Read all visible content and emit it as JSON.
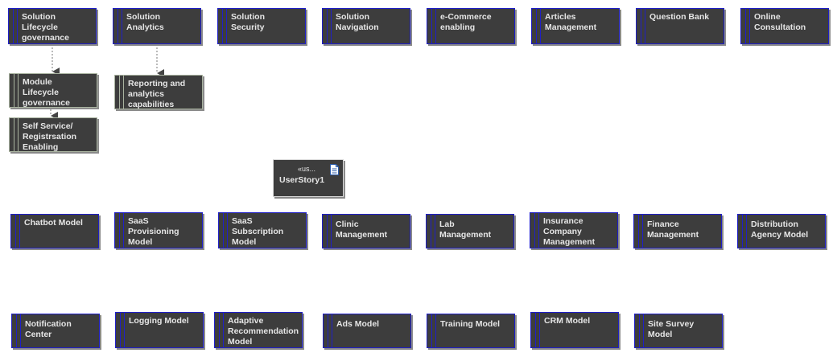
{
  "nodes": {
    "solution_lifecycle_governance": "Solution\nLifecycle\ngovernance",
    "solution_analytics": "Solution\nAnalytics",
    "solution_security": "Solution\nSecurity",
    "solution_navigation": "Solution\nNavigation",
    "ecommerce_enabling": "e-Commerce\nenabling",
    "articles_management": "Articles\nManagement",
    "question_bank": "Question Bank",
    "online_consultation": "Online\nConsultation",
    "module_lifecycle_governance": "Module\nLifecycle\ngovernance",
    "reporting_analytics": "Reporting and\nanalytics\ncapabilities",
    "self_service": "Self Service/\nRegistrsation\nEnabling",
    "chatbot_model": "Chatbot Model",
    "saas_provisioning": "SaaS\nProvisioning\nModel",
    "saas_subscription": "SaaS\nSubscription\nModel",
    "clinic_management": "Clinic\nManagement",
    "lab_management": "Lab\nManagement",
    "insurance_company": "Insurance\nCompany\nManagement",
    "finance_management": "Finance\nManagement",
    "distribution_agency": "Distribution\nAgency Model",
    "notification_center": "Notification\nCenter",
    "logging_model": "Logging Model",
    "adaptive_recommendation": "Adaptive\nRecommendation\nModel",
    "ads_model": "Ads Model",
    "training_model": "Training Model",
    "crm_model": "CRM Model",
    "site_survey": "Site Survey\nModel"
  },
  "user_story": {
    "stereotype": "«us...",
    "name": "UserStory1",
    "icon": "document-icon"
  },
  "colors": {
    "node_fill": "#3d3d3d",
    "node_border": "#1f1fc8",
    "node_text": "#e6e6e6",
    "connector": "#555555"
  }
}
